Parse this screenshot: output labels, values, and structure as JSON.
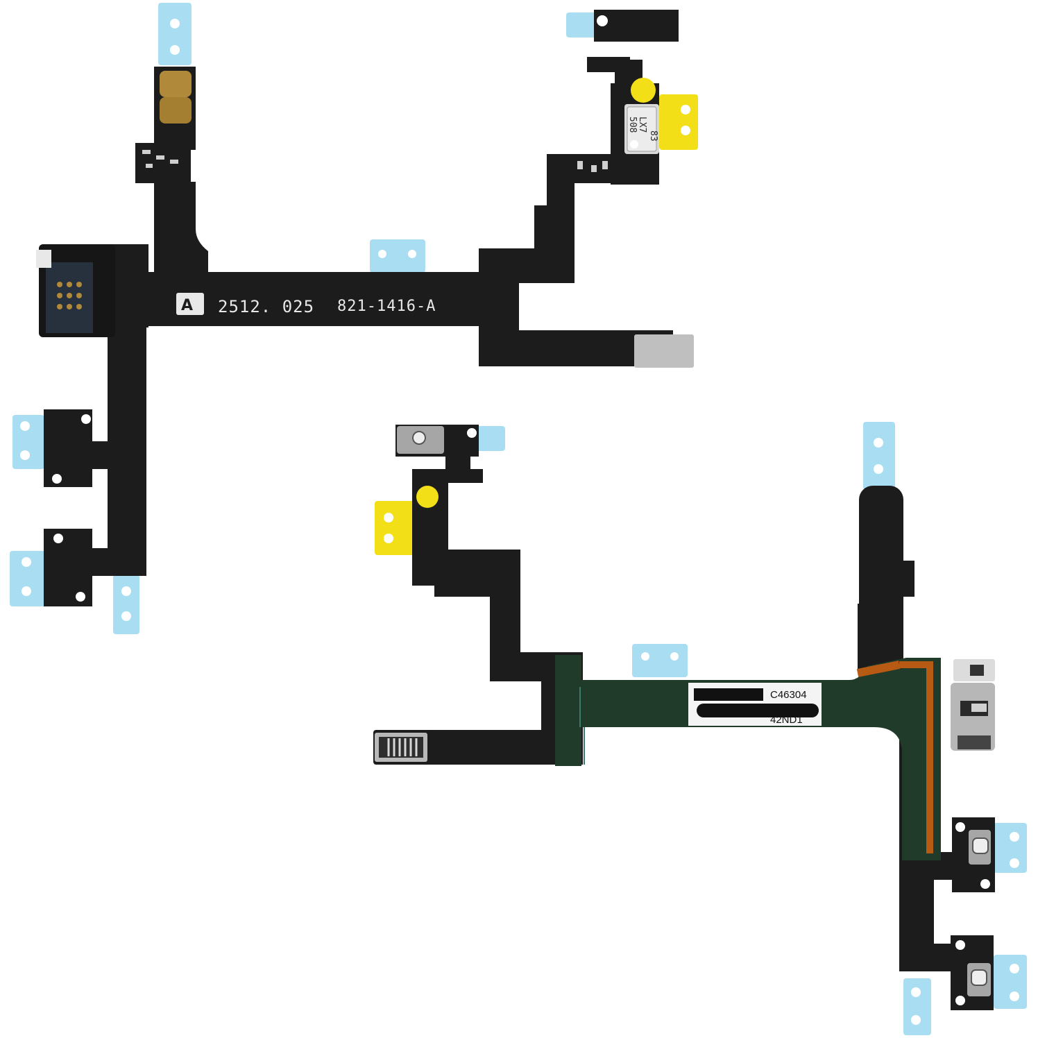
{
  "image": {
    "background": "#ffffff",
    "colors": {
      "flex_black": "#1c1c1c",
      "flex_green": "#1f3a2a",
      "tape_blue": "#a9ddf2",
      "kapton_yellow": "#f2df18",
      "gold_pad": "#b08a3a",
      "copper_trace": "#b65a14"
    },
    "top_cable": {
      "marking_1": "2512. 025",
      "marking_2": "821-1416-A",
      "chip_label": "LX7",
      "chip_label_2": "83",
      "chip_label_3": "508"
    },
    "bottom_cable": {
      "label_code": "C46304",
      "label_code_2": "42ND1"
    }
  }
}
